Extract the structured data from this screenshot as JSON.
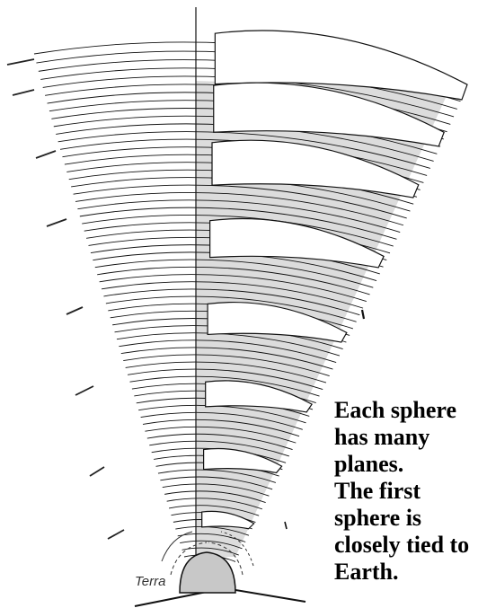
{
  "caption": {
    "line1": "Each sphere",
    "line2": "has many",
    "line3": "planes.",
    "line4": "The first",
    "line5": "sphere is",
    "line6": "closely tied to",
    "line7": "Earth."
  },
  "earth_label": "Terra",
  "colors": {
    "plane_fill": "#ffffff",
    "plane_stroke": "#111111",
    "shade_fill": "#dcdcdc",
    "earth_fill": "#c8c8c8",
    "caption_text": "#000000"
  }
}
